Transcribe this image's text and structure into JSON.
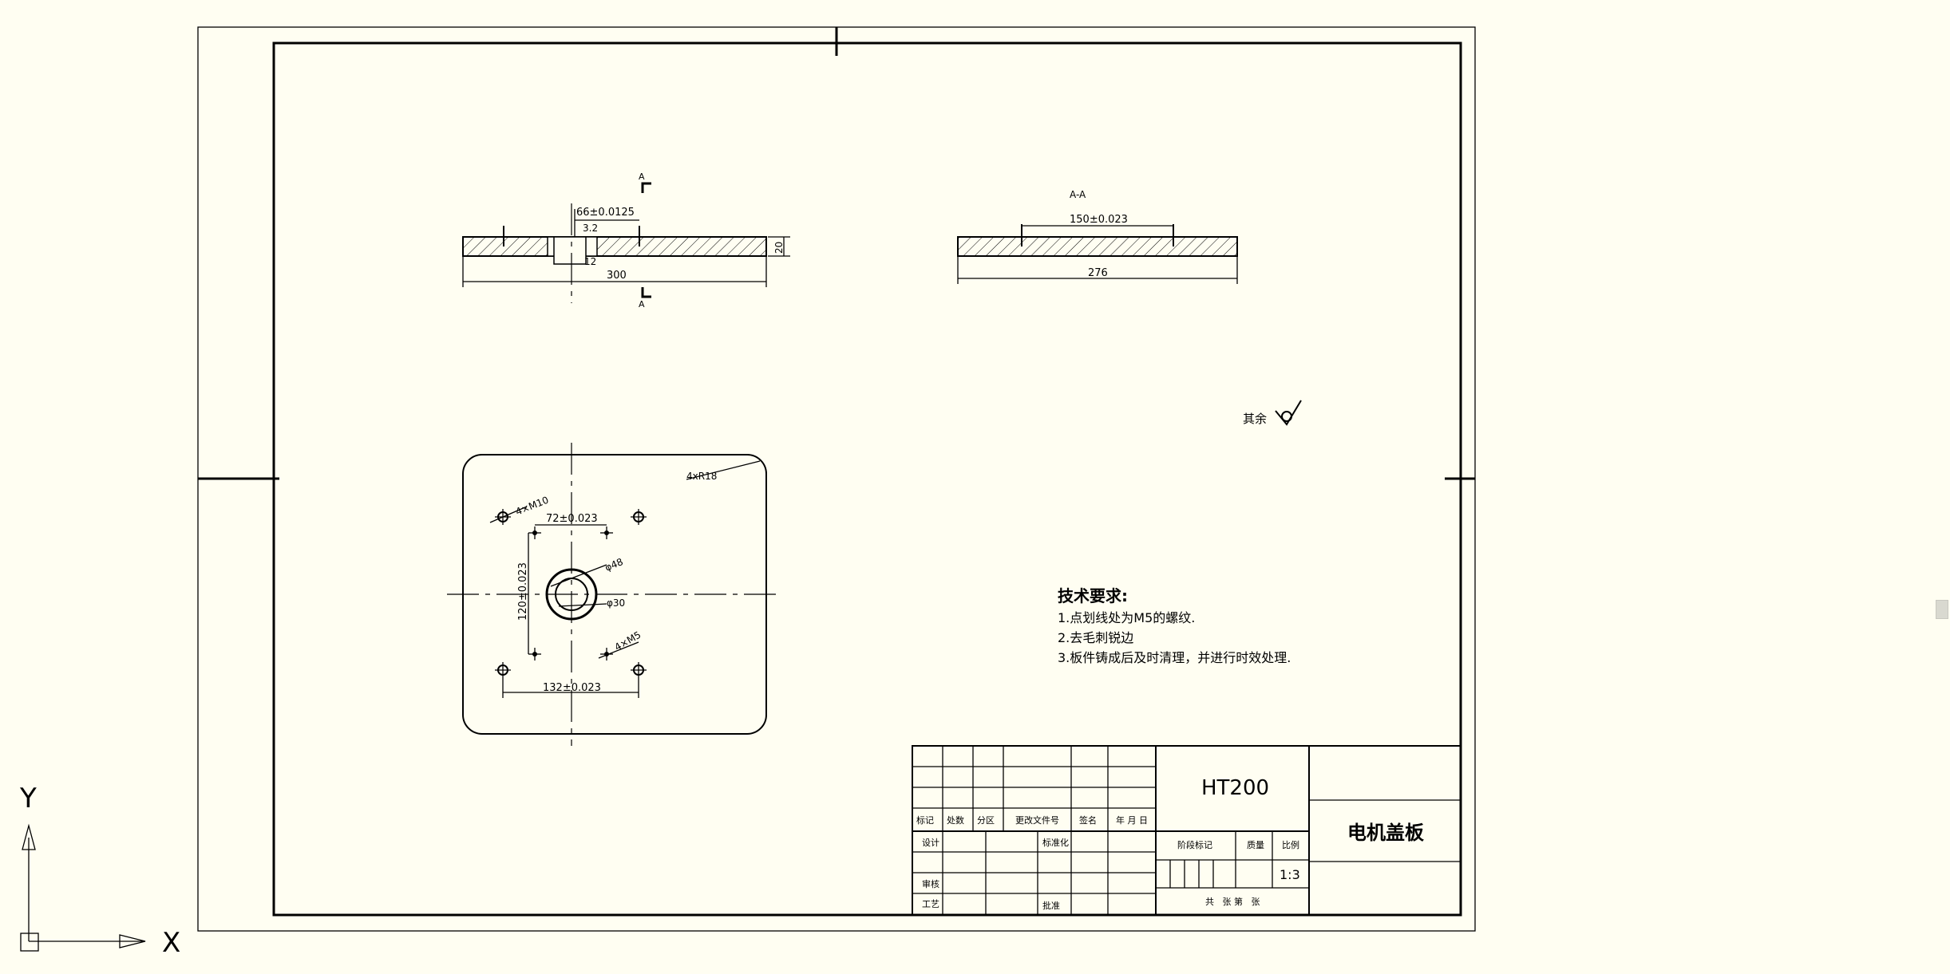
{
  "drawing": {
    "section_marker": "A",
    "section_title": "A-A",
    "front": {
      "dim_bolt_spacing": "66±0.0125",
      "dim_small": "3.2",
      "dim_inner": "12",
      "dim_thickness": "20",
      "dim_length": "300"
    },
    "section": {
      "dim_bolt_spacing": "150±0.023",
      "dim_length": "276"
    },
    "plan": {
      "dim_radius": "4xR18",
      "dim_holes_big": "4×M10",
      "dim_top": "72±0.023",
      "dim_phi_outer": "φ48",
      "dim_phi_inner": "φ30",
      "dim_vertical": "120±0.023",
      "dim_holes_small": "4×M5",
      "dim_bottom": "132±0.023"
    },
    "surface_finish_label": "其余"
  },
  "tech_requirements": {
    "title": "技术要求:",
    "items": [
      "1.点划线处为M5的螺纹.",
      "2.去毛刺锐边",
      "3.板件铸成后及时清理，并进行时效处理."
    ]
  },
  "title_block": {
    "material": "HT200",
    "part_name": "电机盖板",
    "rev_headers": [
      "标记",
      "处数",
      "分区",
      "更改文件号",
      "签名",
      "年 月 日"
    ],
    "design_label": "设计",
    "standardize_label": "标准化",
    "review_label": "审核",
    "process_label": "工艺",
    "approve_label": "批准",
    "stage_mark_label": "阶段标记",
    "weight_label": "质量",
    "scale_label": "比例",
    "scale_value": "1:3",
    "sheets_label": "共   张 第   张"
  },
  "ucs": {
    "x_label": "X",
    "y_label": "Y"
  }
}
